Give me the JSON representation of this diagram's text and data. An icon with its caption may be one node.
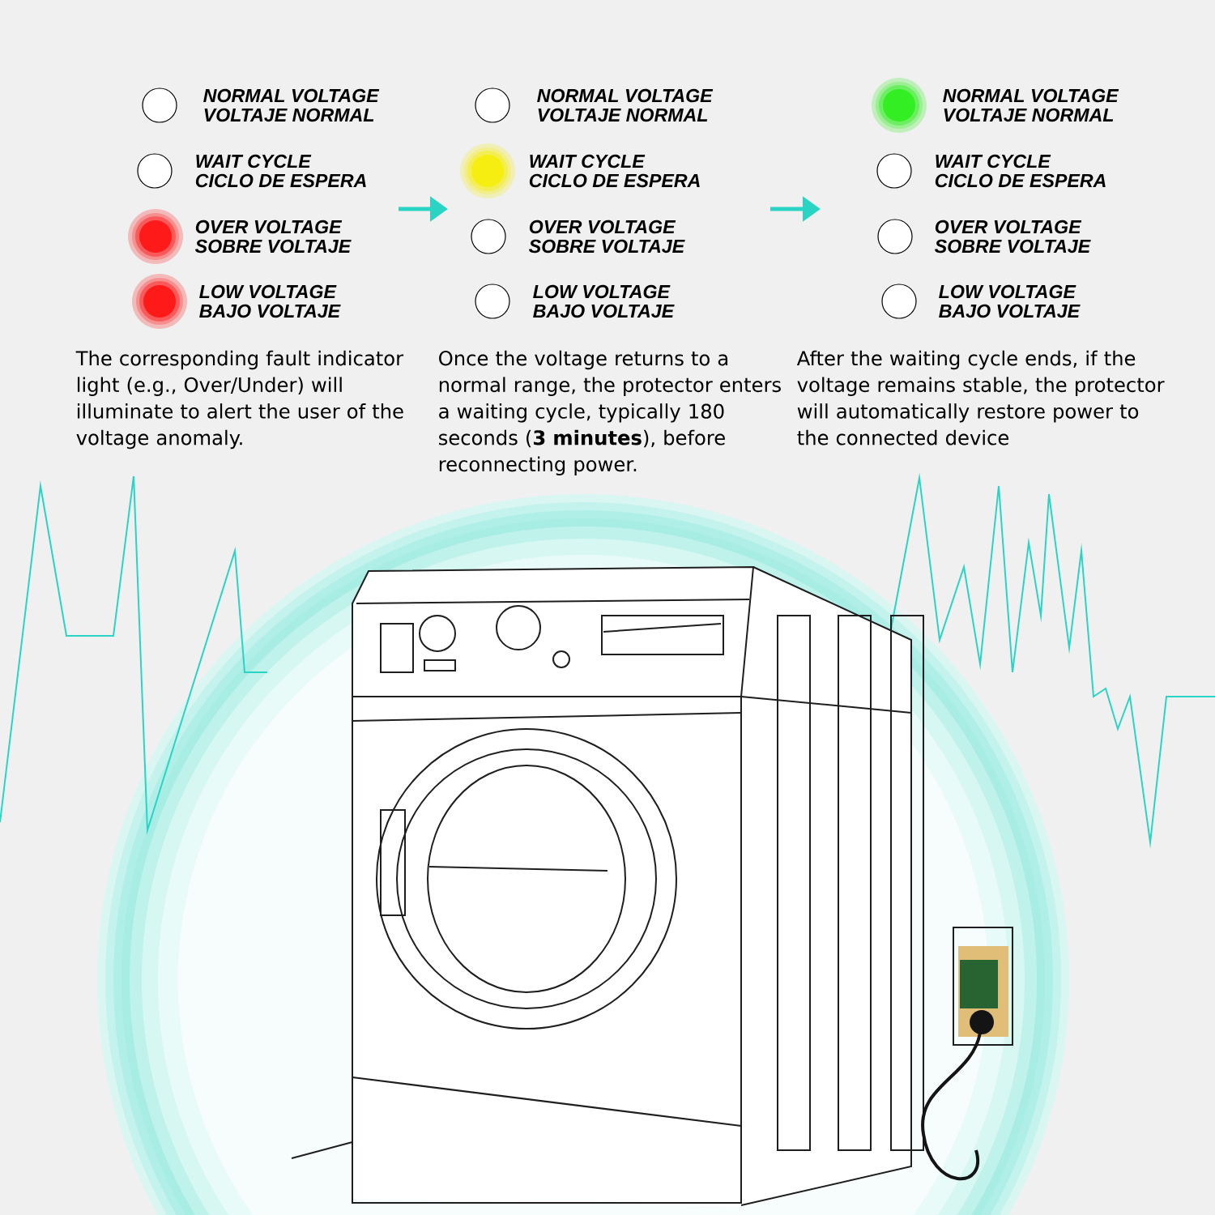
{
  "diagram": {
    "nodes": [
      {
        "text": [
          "NORMAL VOLTAGE",
          "VOLTAJE NORMAL"
        ]
      },
      {
        "text": [
          "WAIT CYCLE",
          "CICLO DE ESPERA"
        ]
      },
      {
        "text": [
          "OVER VOLTAGE",
          "SOBRE VOLTAJE"
        ]
      },
      {
        "text": [
          "LOW VOLTAGE",
          "BAJO VOLTAJE"
        ]
      },
      {
        "text": [
          "NORMAL VOLTAGE",
          "VOLTAJE NORMAL"
        ]
      },
      {
        "text": [
          "WAIT CYCLE",
          "CICLO DE ESPERA"
        ]
      },
      {
        "text": [
          "OVER VOLTAGE",
          "SOBRE VOLTAJE"
        ]
      },
      {
        "text": [
          "LOW VOLTAGE",
          "BAJO VOLTAJE"
        ]
      },
      {
        "text": [
          "NORMAL VOLTAGE",
          "VOLTAJE NORMAL"
        ]
      },
      {
        "text": [
          "WAIT CYCLE",
          "CICLO DE ESPERA"
        ]
      },
      {
        "text": [
          "OVER VOLTAGE",
          "SOBRE VOLTAJE"
        ]
      },
      {
        "text": [
          "LOW VOLTAGE",
          "BAJO VOLTAJE"
        ]
      }
    ],
    "labels": [
      "The corresponding fault indicator light (e.g., Over/Under) will illuminate to alert the user of the voltage anomaly.",
      "Once the voltage returns to a normal range, the protector enters a waiting cycle, typically 180 seconds (**3 minutes**), before reconnecting power.",
      "After the waiting cycle ends, if the voltage remains stable, the protector will automatically restore power to the connected device"
    ]
  }
}
